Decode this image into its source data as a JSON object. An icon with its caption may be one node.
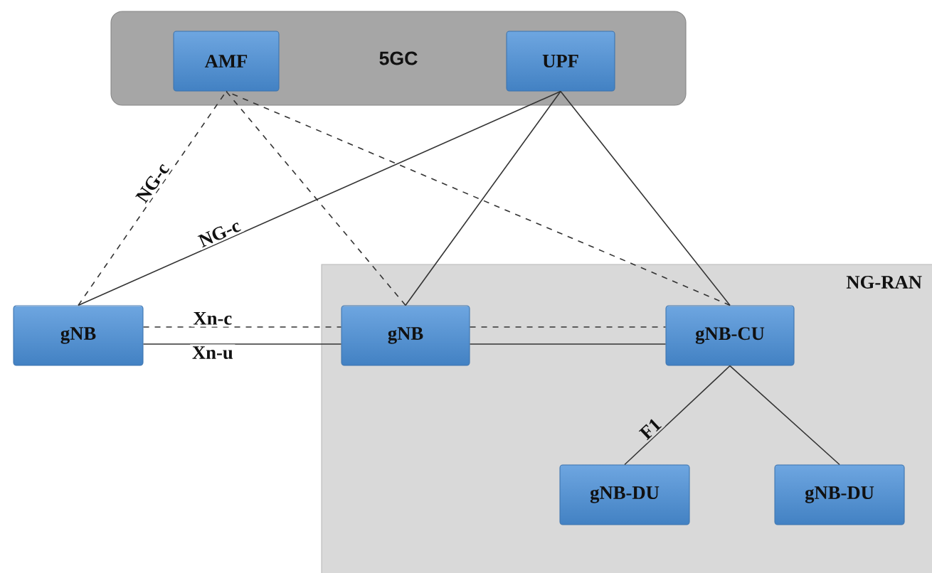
{
  "diagram": {
    "nodes": [
      {
        "text": [
          "5GC"
        ]
      },
      {
        "text": [
          "AMF"
        ],
        "in": 0
      },
      {
        "text": [
          "UPF"
        ],
        "in": 0
      },
      {
        "text": [
          "NG-RAN"
        ]
      },
      {
        "text": [
          "gNB"
        ]
      },
      {
        "text": [
          "gNB"
        ],
        "in": 3
      },
      {
        "text": [
          "gNB-CU"
        ],
        "in": 3
      },
      {
        "text": [
          "gNB-DU"
        ],
        "in": 3
      },
      {
        "text": [
          "gNB-DU"
        ],
        "in": 3
      }
    ],
    "edges": [
      {
        "from": 4,
        "to": 1,
        "arrow": "none",
        "style": "dashed",
        "label": "NG-c"
      },
      {
        "from": 4,
        "to": 2,
        "arrow": "none",
        "label": "NG-c"
      },
      {
        "from": 5,
        "to": 1,
        "arrow": "none",
        "style": "dashed"
      },
      {
        "from": 6,
        "to": 1,
        "arrow": "none",
        "style": "dashed"
      },
      {
        "from": 5,
        "to": 2,
        "arrow": "none"
      },
      {
        "from": 6,
        "to": 2,
        "arrow": "none"
      },
      {
        "from": 4,
        "to": 5,
        "arrow": "none",
        "style": "dashed",
        "label": "Xn-c"
      },
      {
        "from": 4,
        "to": 5,
        "arrow": "none",
        "label": "Xn-u"
      },
      {
        "from": 5,
        "to": 6,
        "arrow": "none",
        "style": "dashed"
      },
      {
        "from": 5,
        "to": 6,
        "arrow": "none"
      },
      {
        "from": 7,
        "to": 6,
        "arrow": "none",
        "label": "F1"
      },
      {
        "from": 8,
        "to": 6,
        "arrow": "none"
      }
    ]
  }
}
